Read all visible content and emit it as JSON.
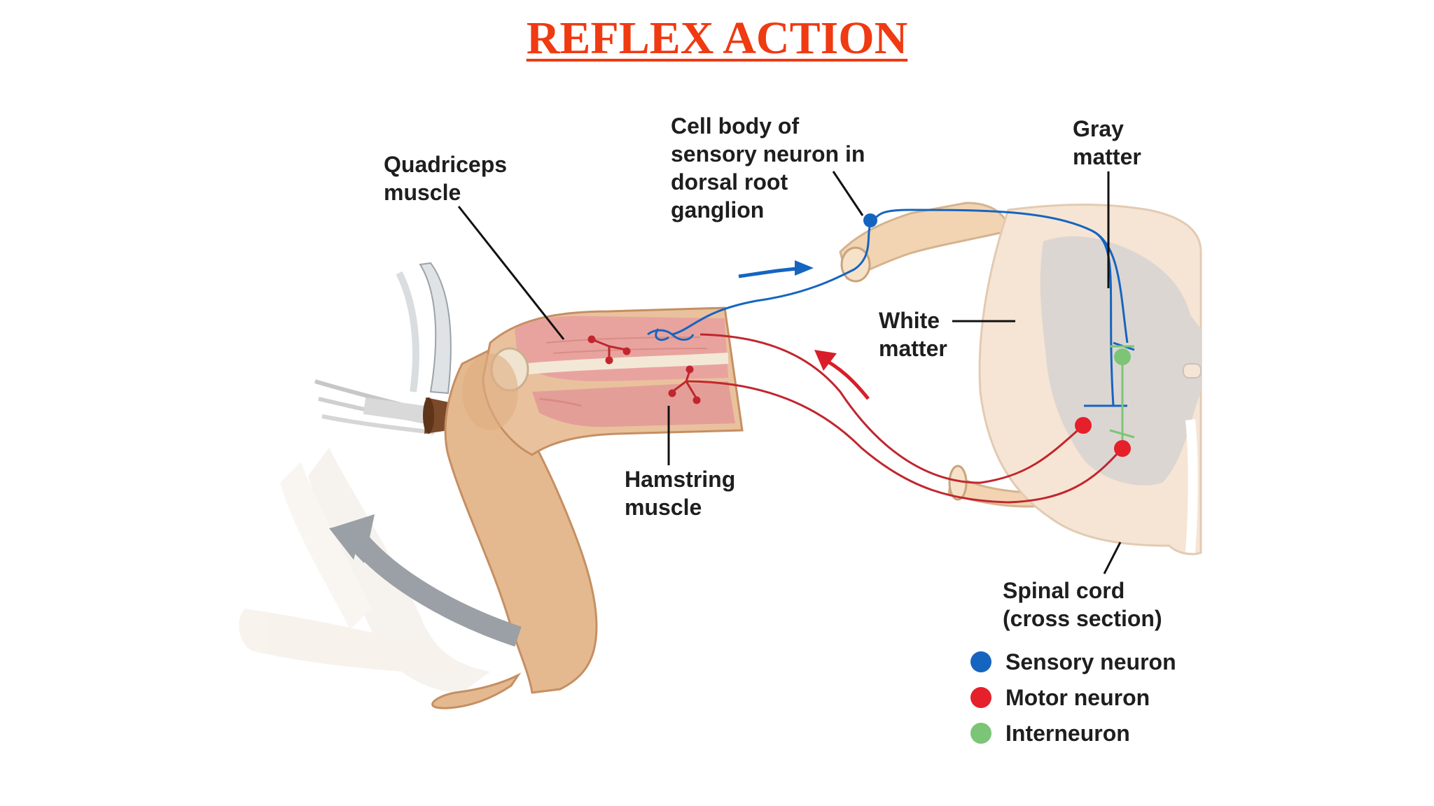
{
  "title": "REFLEX ACTION",
  "labels": {
    "quadriceps": "Quadriceps\nmuscle",
    "cell_body": "Cell body of\nsensory neuron in\ndorsal root\nganglion",
    "gray_matter": "Gray\nmatter",
    "white_matter": "White\nmatter",
    "hamstring": "Hamstring\nmuscle",
    "spinal_cord": "Spinal cord\n(cross section)"
  },
  "legend": [
    {
      "label": "Sensory neuron",
      "color": "#1565c0"
    },
    {
      "label": "Motor neuron",
      "color": "#e5202a"
    },
    {
      "label": "Interneuron",
      "color": "#7cc576"
    }
  ],
  "colors": {
    "title": "#ef3a12",
    "sensory": "#1565c0",
    "motor": "#e5202a",
    "inter": "#7cc576",
    "skin": "#e9c29d",
    "muscle": "#e8a0a0",
    "nerve": "#f2d4b3"
  }
}
